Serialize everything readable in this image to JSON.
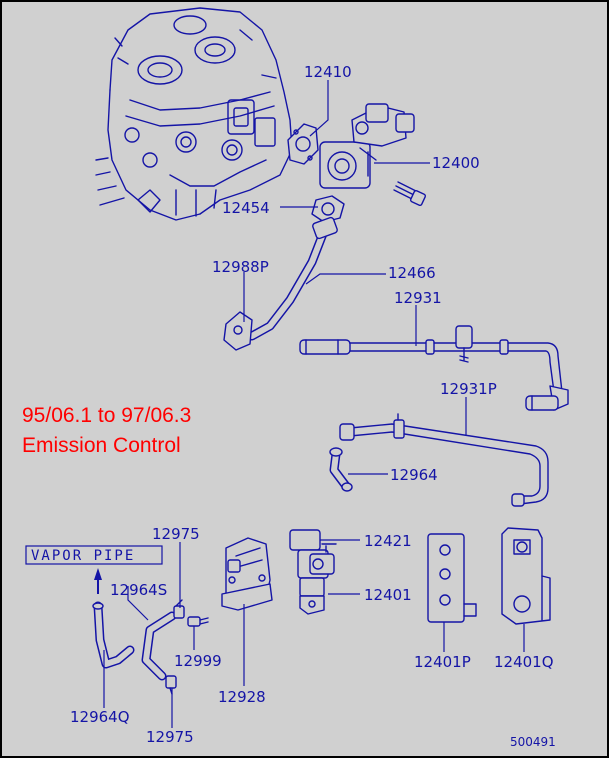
{
  "note": {
    "line1": "95/06.1 to 97/06.3",
    "line2": "Emission Control"
  },
  "vapor_pipe_label": "VAPOR PIPE",
  "reference_number": "500491",
  "callouts": {
    "c12410": "12410",
    "c12400": "12400",
    "c12454": "12454",
    "c12988p": "12988P",
    "c12466": "12466",
    "c12931": "12931",
    "c12931p": "12931P",
    "c12964": "12964",
    "c12975a": "12975",
    "c12964s": "12964S",
    "c12999": "12999",
    "c12964q": "12964Q",
    "c12975b": "12975",
    "c12928": "12928",
    "c12421": "12421",
    "c12401": "12401",
    "c12401p": "12401P",
    "c12401q": "12401Q"
  },
  "colors": {
    "ink": "#1414a6",
    "note": "#ff0000",
    "background": "#d0d0d0"
  }
}
